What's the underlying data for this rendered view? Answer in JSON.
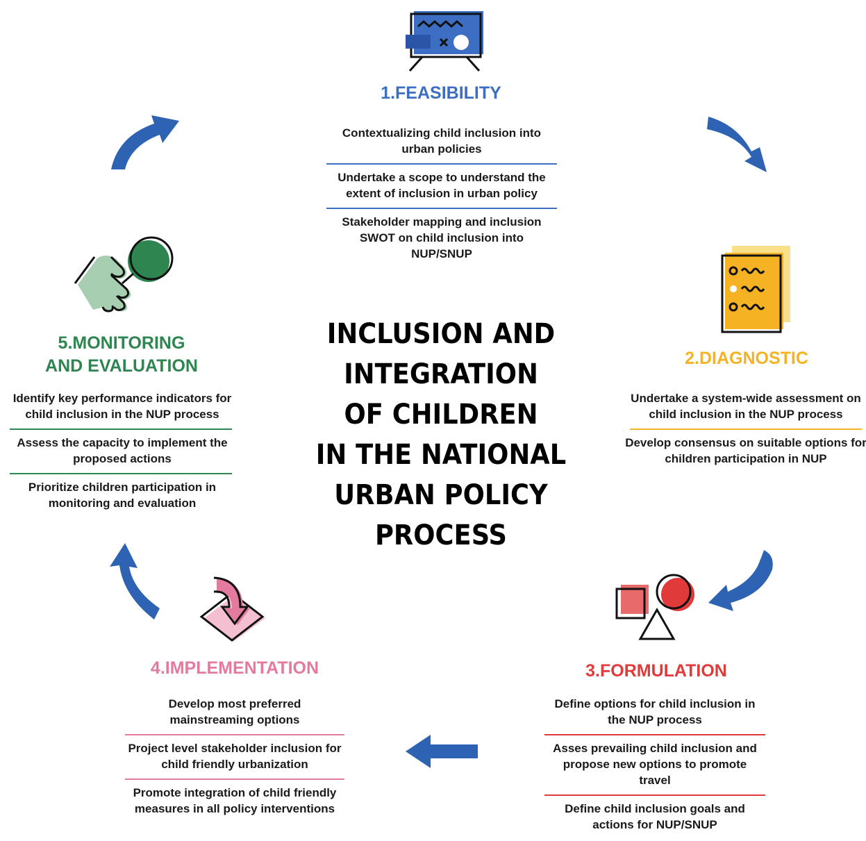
{
  "colors": {
    "arrow": "#2e63b4",
    "feasibility": "#3c6fc4",
    "diagnostic": "#f5b323",
    "formulation": "#e03a3a",
    "implementation": "#e57aa0",
    "monitoring": "#2e8550"
  },
  "center_title": [
    "INCLUSION AND",
    "INTEGRATION",
    "OF CHILDREN",
    "IN THE NATIONAL",
    "URBAN POLICY",
    "PROCESS"
  ],
  "stages": {
    "feasibility": {
      "title": "1.FEASIBILITY",
      "icon": "presentation-board-icon",
      "items": [
        "Contextualizing child inclusion into urban policies",
        "Undertake a scope to understand the extent of inclusion in urban policy",
        "Stakeholder mapping and inclusion SWOT on child inclusion into NUP/SNUP"
      ]
    },
    "diagnostic": {
      "title": "2.DIAGNOSTIC",
      "icon": "checklist-document-icon",
      "items": [
        "Undertake a system-wide assessment on child inclusion in the NUP process",
        "Develop consensus on suitable options for children participation in NUP"
      ]
    },
    "formulation": {
      "title": "3.FORMULATION",
      "icon": "shapes-icon",
      "items": [
        "Define options for child inclusion in the NUP process",
        "Asses prevailing child inclusion and propose new options to promote travel",
        "Define child inclusion goals and actions for NUP/SNUP"
      ]
    },
    "implementation": {
      "title": "4.IMPLEMENTATION",
      "icon": "arrow-into-box-icon",
      "items": [
        "Develop most preferred mainstreaming options",
        "Project level stakeholder inclusion for child friendly urbanization",
        "Promote integration of child friendly measures in all policy interventions"
      ]
    },
    "monitoring": {
      "title_lines": [
        "5.MONITORING",
        "AND EVALUATION"
      ],
      "icon": "hand-pointing-magnifier-icon",
      "items": [
        "Identify key performance indicators for child inclusion in the NUP process",
        "Assess the capacity to implement the proposed actions",
        "Prioritize children participation in monitoring and evaluation"
      ]
    }
  }
}
